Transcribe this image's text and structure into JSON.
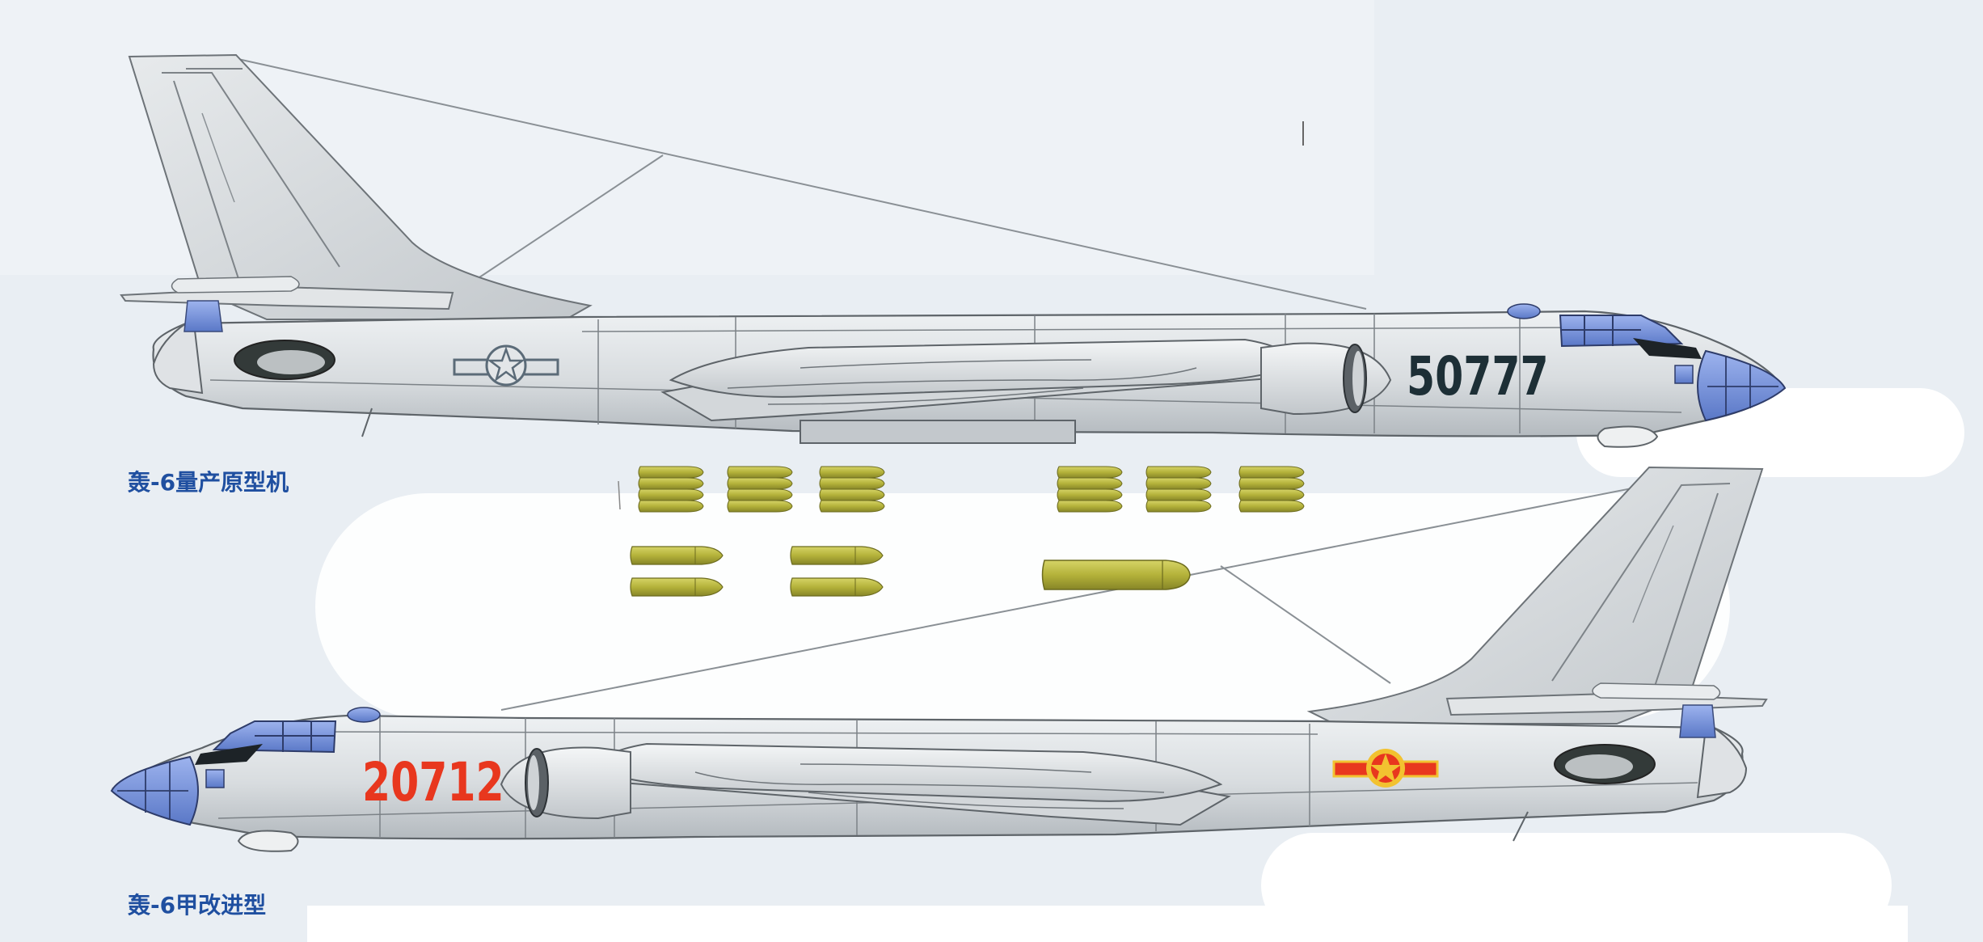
{
  "aircraft": [
    {
      "name": "轰-6量产原型机",
      "serial": "50777",
      "serial_color": "#1d2f36",
      "insignia": "PLA red star roundel (grey, low-visibility style)"
    },
    {
      "name": "轰-6甲改进型",
      "serial": "20712",
      "serial_color": "#e8371e",
      "insignia": "PLA red star roundel (red & yellow)"
    }
  ],
  "colors": {
    "fuselage": "#d9dde0",
    "fuselage_shade": "#b9bfc4",
    "panel_line": "#6d7378",
    "glazing": "#6f8fd8",
    "bomb": "#b6b43a",
    "caption": "#1f4fa0",
    "background": "#e9eef3"
  },
  "ordnance": {
    "small_bomb_groups": 6,
    "bombs_per_group": 4,
    "medium_bombs": 4,
    "large_bombs": 1
  }
}
